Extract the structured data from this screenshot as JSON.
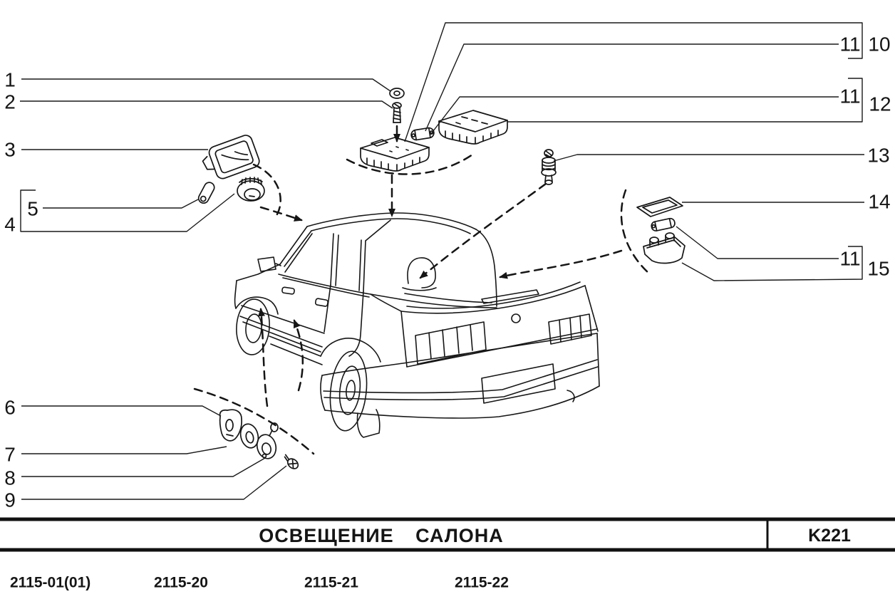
{
  "figure": {
    "callouts": {
      "n1": "1",
      "n2": "2",
      "n3": "3",
      "n4": "4",
      "n5": "5",
      "n6": "6",
      "n7": "7",
      "n8": "8",
      "n9": "9",
      "n10": "10",
      "n11a": "11",
      "n11b": "11",
      "n11c": "11",
      "n12": "12",
      "n13": "13",
      "n14": "14",
      "n15": "15"
    },
    "title_block": {
      "title": "ОСВЕЩЕНИЕ САЛОНА",
      "code": "K221",
      "variants": [
        "2115-01(01)",
        "2115-20",
        "2115-21",
        "2115-22"
      ]
    },
    "colors": {
      "ink": "#151515",
      "paper": "#ffffff"
    }
  }
}
